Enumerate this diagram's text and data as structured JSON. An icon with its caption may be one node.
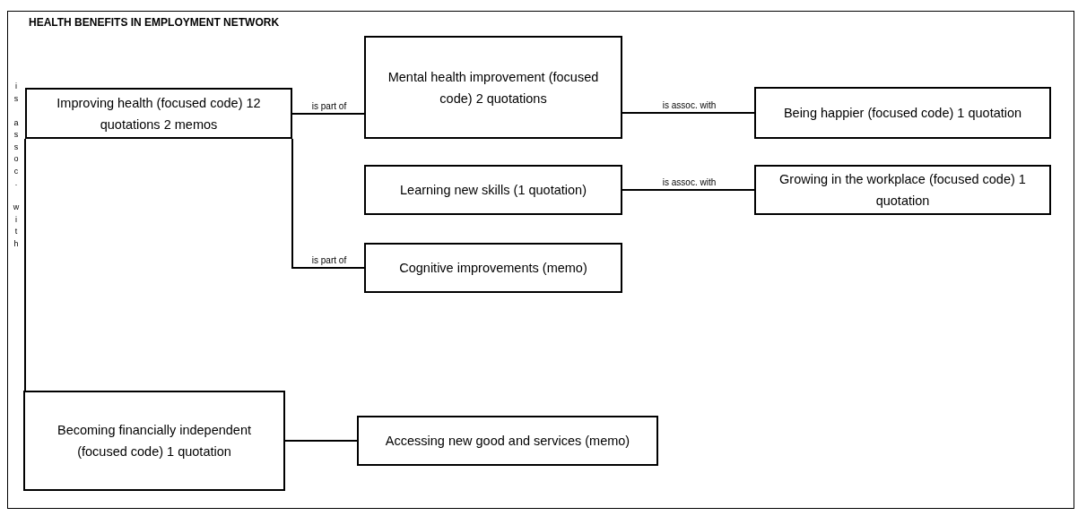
{
  "diagram": {
    "title": "HEALTH BENEFITS IN EMPLOYMENT NETWORK",
    "nodes": [
      {
        "text": [
          "Improving health (focused code) 12 quotations 2 memos"
        ]
      },
      {
        "text": [
          "Mental health improvement (focused code) 2 quotations"
        ]
      },
      {
        "text": [
          "Being happier (focused code) 1 quotation"
        ]
      },
      {
        "text": [
          "Learning new skills (1 quotation)"
        ]
      },
      {
        "text": [
          "Growing in the workplace (focused code) 1 quotation"
        ]
      },
      {
        "text": [
          "Cognitive improvements (memo)"
        ]
      },
      {
        "text": [
          "Becoming financially independent (focused code) 1 quotation"
        ]
      },
      {
        "text": [
          "Accessing new good and services (memo)"
        ]
      }
    ],
    "edges": [
      {
        "from": 0,
        "to": 1,
        "arrow": "none",
        "label": "is part of"
      },
      {
        "from": 0,
        "to": 5,
        "arrow": "none",
        "label": "is part of"
      },
      {
        "from": 1,
        "to": 2,
        "arrow": "none",
        "label": "is assoc. with"
      },
      {
        "from": 3,
        "to": 4,
        "arrow": "none",
        "label": "is assoc. with"
      },
      {
        "from": 0,
        "to": 6,
        "arrow": "none",
        "label": "is assoc. with"
      },
      {
        "from": 6,
        "to": 7,
        "arrow": "none"
      }
    ]
  }
}
